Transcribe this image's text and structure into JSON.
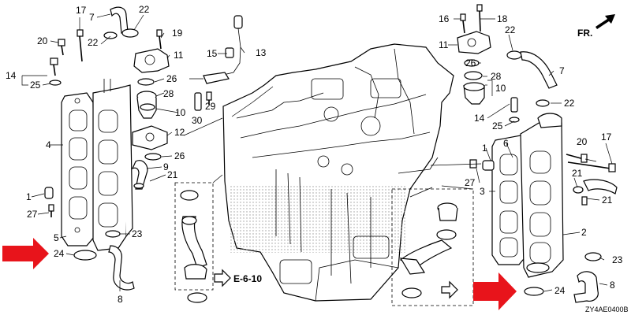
{
  "direction_label": "FR.",
  "reference_label": "E-6-10",
  "diagram_code": "ZY4AE0400B",
  "accent_color": "#e8141b",
  "callouts": {
    "c17a": "17",
    "c7a": "7",
    "c22a": "22",
    "c20a": "20",
    "c22b": "22",
    "c19": "19",
    "c11a": "11",
    "c15": "15",
    "c13": "13",
    "c14a": "14",
    "c25a": "25",
    "c26a": "26",
    "c28a": "28",
    "c10a": "10",
    "c29": "29",
    "c30": "30",
    "c4": "4",
    "c12": "12",
    "c26b": "26",
    "c9": "9",
    "c21a": "21",
    "c1a": "1",
    "c27a": "27",
    "c5": "5",
    "c23a": "23",
    "c24a": "24",
    "c8a": "8",
    "c16": "16",
    "c18": "18",
    "c11b": "11",
    "c22c": "22",
    "c26c": "26",
    "c7b": "7",
    "c28b": "28",
    "c10b": "10",
    "c22d": "22",
    "c14b": "14",
    "c25b": "25",
    "c1b": "1",
    "c6": "6",
    "c20b": "20",
    "c17b": "17",
    "c27b": "27",
    "c3": "3",
    "c21b": "21",
    "c21c": "21",
    "c2": "2",
    "c23b": "23",
    "c8b": "8",
    "c24b": "24"
  }
}
